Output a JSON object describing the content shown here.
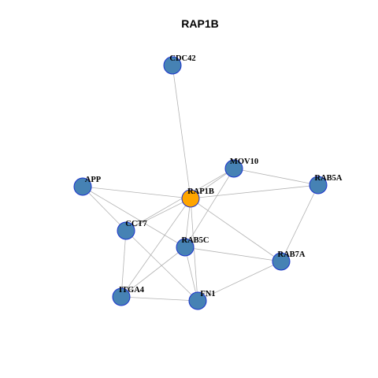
{
  "title": "RAP1B",
  "colors": {
    "node_default": "#4682b4",
    "node_highlight": "#ffa500",
    "node_border": "#1a33cc",
    "edge": "#b3b3b3"
  },
  "nodes": [
    {
      "id": "CDC42",
      "label": "CDC42",
      "highlight": false
    },
    {
      "id": "MOV10",
      "label": "MOV10",
      "highlight": false
    },
    {
      "id": "RAB5A",
      "label": "RAB5A",
      "highlight": false
    },
    {
      "id": "APP",
      "label": "APP",
      "highlight": false
    },
    {
      "id": "RAP1B",
      "label": "RAP1B",
      "highlight": true
    },
    {
      "id": "CCT7",
      "label": "CCT7",
      "highlight": false
    },
    {
      "id": "RAB5C",
      "label": "RAB5C",
      "highlight": false
    },
    {
      "id": "RAB7A",
      "label": "RAB7A",
      "highlight": false
    },
    {
      "id": "ITGA4",
      "label": "ITGA4",
      "highlight": false
    },
    {
      "id": "FN1",
      "label": "FN1",
      "highlight": false
    }
  ],
  "edges": [
    [
      "CDC42",
      "RAP1B"
    ],
    [
      "MOV10",
      "RAP1B"
    ],
    [
      "MOV10",
      "RAB5A"
    ],
    [
      "MOV10",
      "CCT7"
    ],
    [
      "MOV10",
      "RAB5C"
    ],
    [
      "RAB5A",
      "RAP1B"
    ],
    [
      "RAB5A",
      "RAB7A"
    ],
    [
      "APP",
      "RAP1B"
    ],
    [
      "APP",
      "CCT7"
    ],
    [
      "APP",
      "RAB5C"
    ],
    [
      "RAP1B",
      "CCT7"
    ],
    [
      "RAP1B",
      "RAB5C"
    ],
    [
      "RAP1B",
      "RAB7A"
    ],
    [
      "RAP1B",
      "ITGA4"
    ],
    [
      "RAP1B",
      "FN1"
    ],
    [
      "CCT7",
      "ITGA4"
    ],
    [
      "CCT7",
      "FN1"
    ],
    [
      "RAB5C",
      "RAB7A"
    ],
    [
      "RAB5C",
      "ITGA4"
    ],
    [
      "RAB5C",
      "FN1"
    ],
    [
      "RAB7A",
      "FN1"
    ],
    [
      "ITGA4",
      "FN1"
    ]
  ]
}
